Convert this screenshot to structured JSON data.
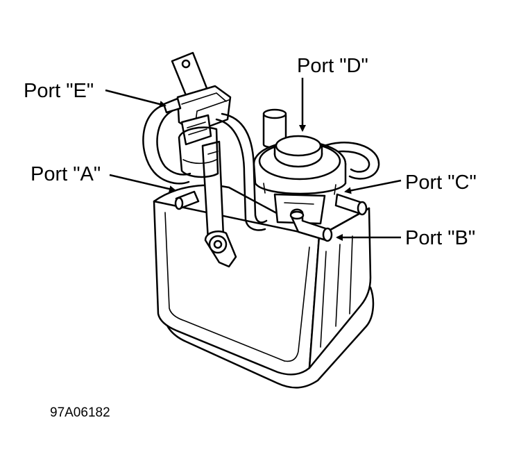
{
  "diagram": {
    "labels": {
      "port_a": "Port \"A\"",
      "port_b": "Port \"B\"",
      "port_c": "Port \"C\"",
      "port_d": "Port \"D\"",
      "port_e": "Port \"E\""
    },
    "figure_code": "97A06182"
  },
  "colors": {
    "ink": "#000000",
    "background": "#ffffff"
  }
}
